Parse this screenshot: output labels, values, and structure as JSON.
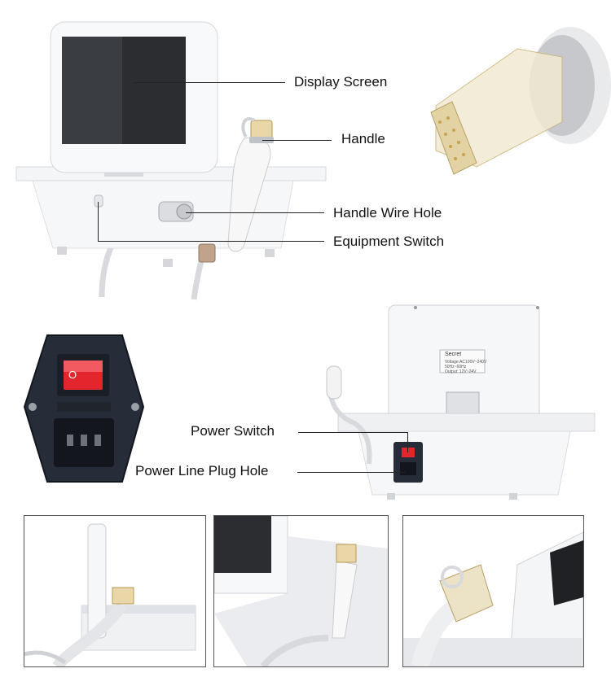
{
  "labels": {
    "display_screen": "Display Screen",
    "handle": "Handle",
    "handle_wire_hole": "Handle Wire Hole",
    "equipment_switch": "Equipment Switch",
    "power_switch": "Power Switch",
    "power_line_plug_hole": "Power Line Plug Hole"
  },
  "back_sticker": {
    "brand": "Secret",
    "line1": "Voltage:AC100V~240V",
    "line2": "50Hz~60Hz",
    "line3": "Output: 12V~24V"
  },
  "power_switch_mark": "O",
  "colors": {
    "device_white": "#f3f4f6",
    "screen": "#2b2d30",
    "switch_red": "#e3262e",
    "panel_dark": "#272d38"
  }
}
